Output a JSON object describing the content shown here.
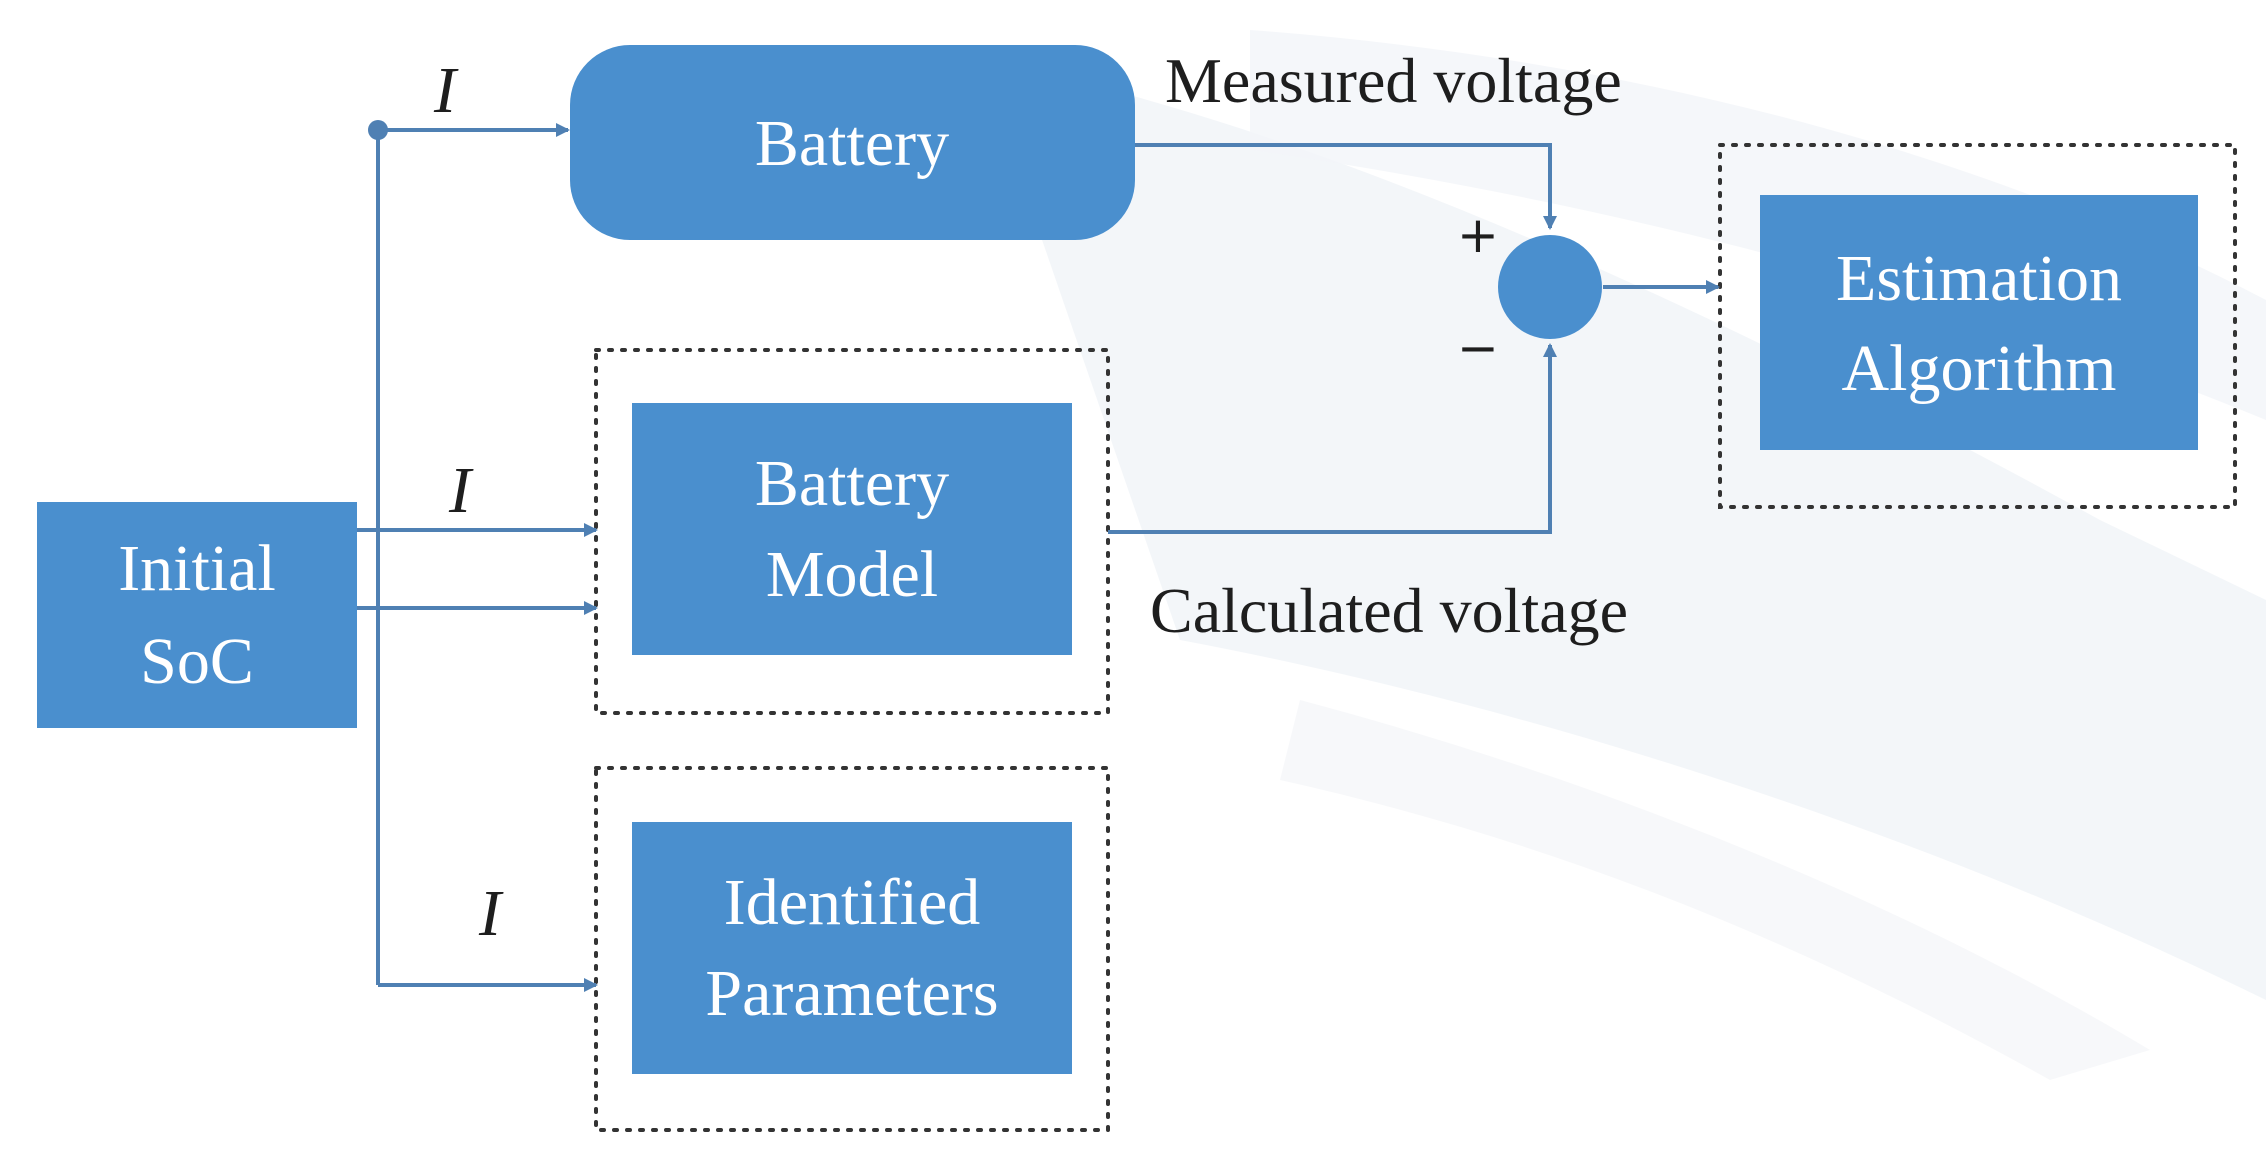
{
  "blocks": {
    "initial_soc": [
      "Initial",
      "SoC"
    ],
    "battery": "Battery",
    "battery_model": [
      "Battery",
      "Model"
    ],
    "identified_parameters": [
      "Identified",
      "Parameters"
    ],
    "estimation_algorithm": [
      "Estimation",
      "Algorithm"
    ]
  },
  "labels": {
    "measured_voltage": "Measured voltage",
    "calculated_voltage": "Calculated voltage",
    "current_battery": "I",
    "current_model": "I",
    "current_parameters": "I",
    "plus_sign": "+",
    "minus_sign": "−"
  },
  "colors": {
    "block_fill": "#4a8fce",
    "wire": "#4f80b3",
    "text": "#1e1e1e",
    "dotted_border": "#333333"
  }
}
